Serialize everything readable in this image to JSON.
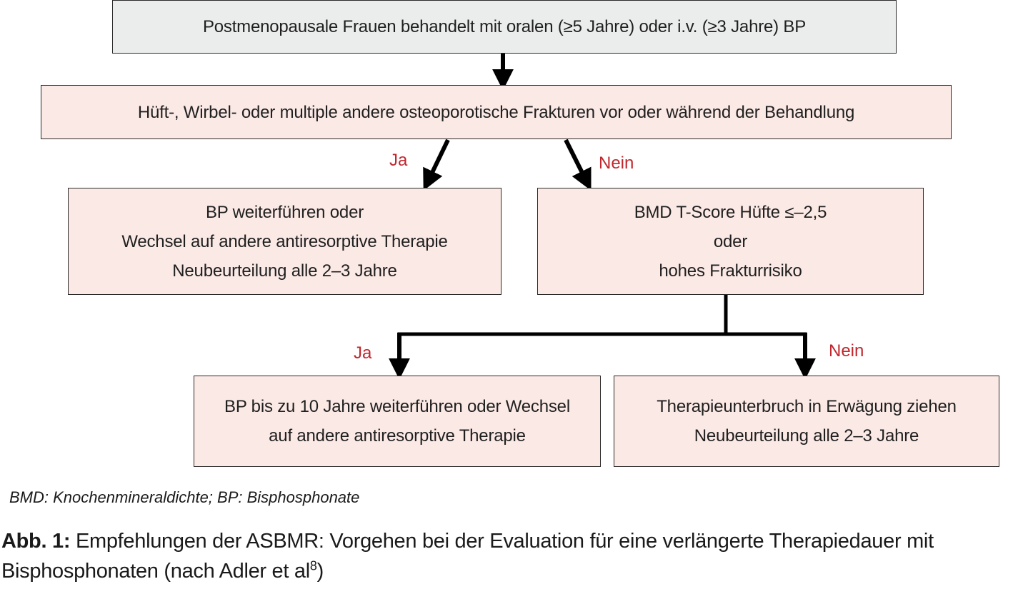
{
  "nodes": {
    "root": {
      "text": "Postmenopausale Frauen behandelt mit oralen (≥5 Jahre) oder i.v. (≥3 Jahre) BP"
    },
    "fractures": {
      "text": "Hüft-, Wirbel- oder multiple andere osteoporotische Frakturen vor oder während der Behandlung"
    },
    "continue_bp": {
      "line1": "BP weiterführen oder",
      "line2": "Wechsel auf andere antiresorptive Therapie",
      "line3": "Neubeurteilung alle 2–3 Jahre"
    },
    "bmd": {
      "line1": "BMD T-Score Hüfte ≤–2,5",
      "line2": "oder",
      "line3": "hohes Frakturrisiko"
    },
    "bp_10": {
      "line1": "BP bis zu 10 Jahre weiterführen oder Wechsel",
      "line2": "auf andere antiresorptive Therapie"
    },
    "holiday": {
      "line1": "Therapieunterbruch in Erwägung ziehen",
      "line2": "Neubeurteilung alle 2–3 Jahre"
    }
  },
  "edges": {
    "fractures_yes": "Ja",
    "fractures_no": "Nein",
    "bmd_yes": "Ja",
    "bmd_no": "Nein"
  },
  "colors": {
    "gray_box": "#ebedec",
    "pink_box": "#fbe9e5",
    "edge_label": "#c0272d"
  },
  "footnote": "BMD: Knochenmineraldichte; BP: Bisphosphonate",
  "caption": {
    "label": "Abb. 1:",
    "text": "Empfehlungen der ASBMR: Vorgehen bei der Evaluation für eine verlängerte Therapiedauer mit Bisphosphonaten (nach Adler et al",
    "ref": "8",
    "close": ")"
  }
}
